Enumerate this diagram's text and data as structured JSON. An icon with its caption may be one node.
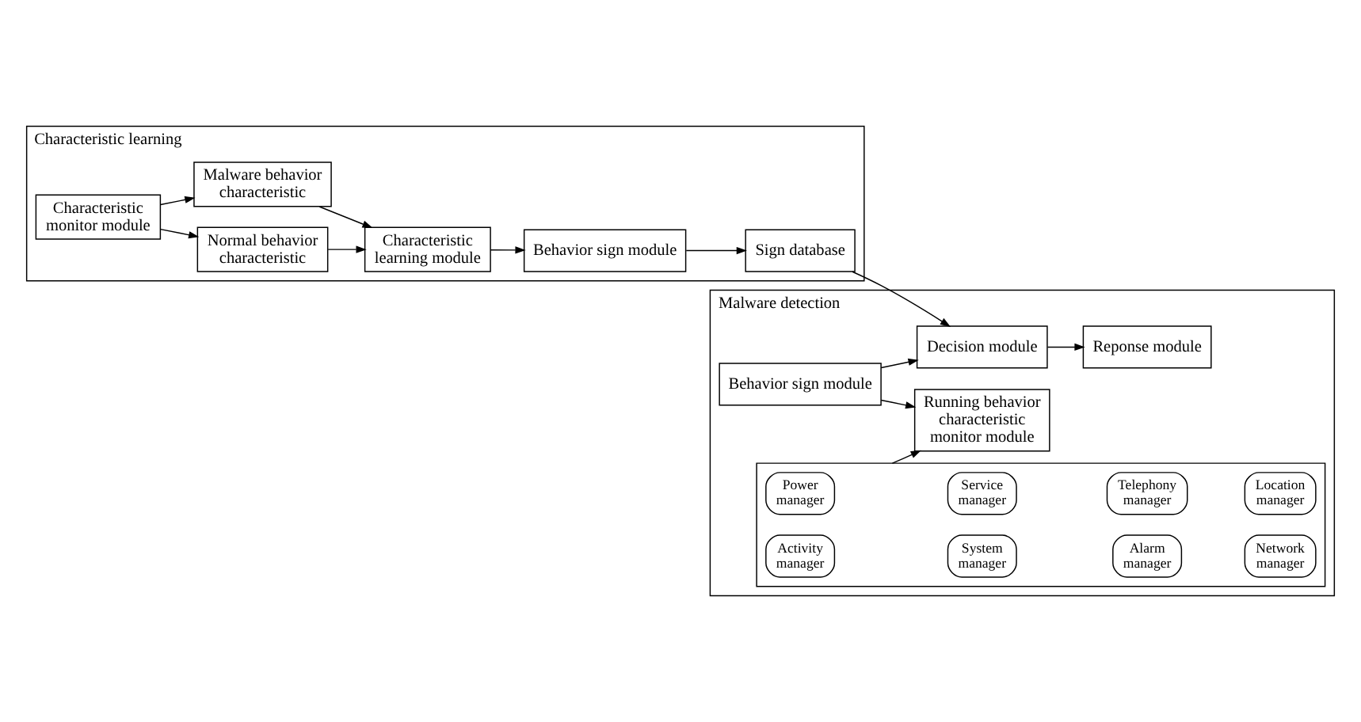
{
  "diagram": {
    "nodes": [
      {
        "text": [
          "Characteristic learning"
        ]
      },
      {
        "text": [
          "Characteristic monitor module"
        ],
        "in": 0
      },
      {
        "text": [
          "Normal behavior characteristic"
        ],
        "in": 0
      },
      {
        "text": [
          "Malware behavior characteristic"
        ],
        "in": 0
      },
      {
        "text": [
          "Characteristic learning module"
        ],
        "in": 0
      },
      {
        "text": [
          "Behavior sign module"
        ],
        "in": 0
      },
      {
        "text": [
          "Sign database"
        ],
        "in": 0
      },
      {
        "text": [
          "Malware detection"
        ]
      },
      {
        "text": [
          "Running behavior characteristic monitor module"
        ],
        "in": 7
      },
      {
        "text": [],
        "shape": "box",
        "in": 7
      },
      {
        "text": [
          "Power manager"
        ],
        "in": 9
      },
      {
        "text": [
          "Service manager"
        ],
        "in": 9
      },
      {
        "text": [
          "Telephony manager"
        ],
        "in": 9
      },
      {
        "text": [
          "Location manager"
        ],
        "in": 9
      },
      {
        "text": [
          "Activity manager"
        ],
        "in": 9
      },
      {
        "text": [
          "System manager"
        ],
        "in": 9
      },
      {
        "text": [
          "Alarm manager"
        ],
        "in": 9
      },
      {
        "text": [
          "Network manager"
        ],
        "in": 9
      },
      {
        "text": [
          "Behavior sign module"
        ],
        "in": 7
      },
      {
        "text": [
          "Decision module"
        ],
        "in": 7
      },
      {
        "text": [
          "Reponse module"
        ],
        "in": 7
      }
    ],
    "edges": [
      {
        "from": 1,
        "to": 2,
        "arrow": "to"
      },
      {
        "from": 1,
        "to": 3,
        "arrow": "to"
      },
      {
        "from": 2,
        "to": 4,
        "arrow": "to"
      },
      {
        "from": 3,
        "to": 4,
        "arrow": "to"
      },
      {
        "from": 4,
        "to": 5,
        "arrow": "to"
      },
      {
        "from": 5,
        "to": 6,
        "arrow": "to"
      },
      {
        "from": 6,
        "to": 19,
        "arrow": "to"
      },
      {
        "from": 9,
        "to": 8,
        "arrow": "to"
      },
      {
        "from": 18,
        "to": 8,
        "arrow": "to"
      },
      {
        "from": 18,
        "to": 19,
        "arrow": "to"
      },
      {
        "from": 19,
        "to": 20,
        "arrow": "to"
      }
    ]
  }
}
